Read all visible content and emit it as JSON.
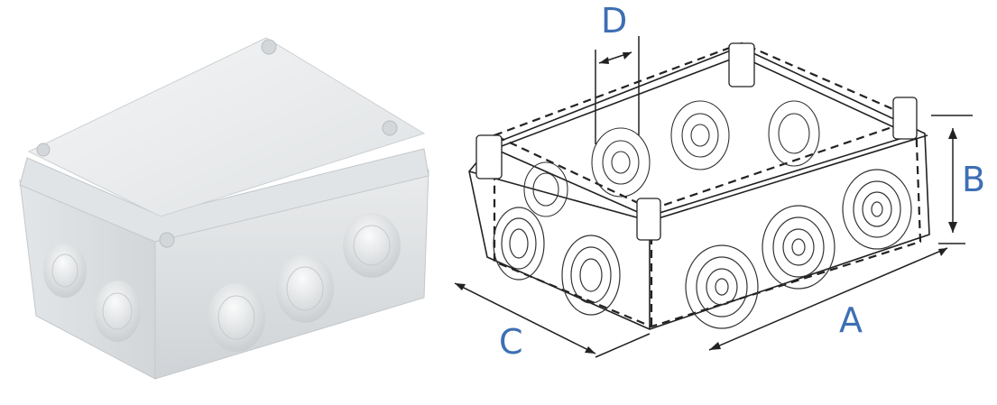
{
  "colors": {
    "label": "#3d6fb4",
    "line": "#222222",
    "box_body": "#e6e9ea",
    "box_lid": "#eef0f1",
    "box_shadow": "#c9cdd0"
  },
  "dimensions": {
    "a": "A",
    "b": "B",
    "c": "C",
    "d": "D"
  }
}
